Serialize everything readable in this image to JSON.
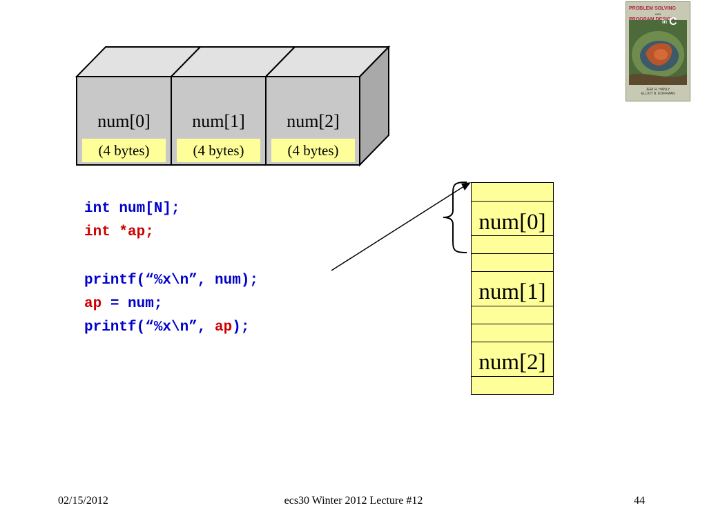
{
  "array_boxes": [
    {
      "label": "num[0]",
      "size": "(4 bytes)"
    },
    {
      "label": "num[1]",
      "size": "(4 bytes)"
    },
    {
      "label": "num[2]",
      "size": "(4 bytes)"
    }
  ],
  "code": {
    "line1": "int num[N];",
    "line2": "int *ap;",
    "line3": "printf(“%x\\n”, num);",
    "line4_a": "ap",
    "line4_b": " = num;",
    "line5_a": "printf(“%x\\n”, ",
    "line5_b": "ap",
    "line5_c": ");"
  },
  "memory": {
    "cells": [
      "num[0]",
      "num[1]",
      "num[2]"
    ]
  },
  "book": {
    "title_line1": "PROBLEM SOLVING",
    "title_and": "AND",
    "title_line2": "PROGRAM DESIGN",
    "in": "in",
    "c": "C",
    "author1": "JERI R. HANLY",
    "author2": "ELLIOT B. KOFFMAN"
  },
  "footer": {
    "date": "02/15/2012",
    "center": "ecs30 Winter 2012 Lecture #12",
    "page": "44"
  },
  "colors": {
    "code_blue": "#0000cc",
    "code_red": "#cc0000",
    "highlight_yellow": "#ffff99",
    "box_gray": "#c8c8c8"
  }
}
